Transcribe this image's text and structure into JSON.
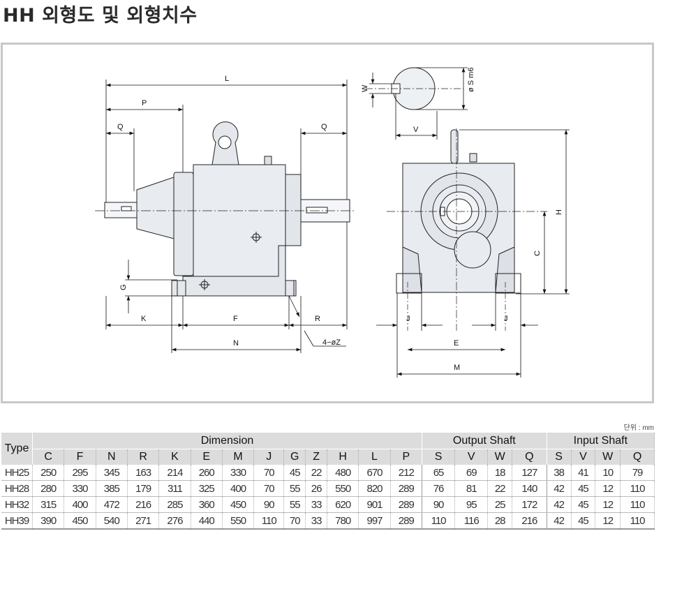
{
  "title": "HH 외형도 및 외형치수",
  "drawing": {
    "labels": {
      "L": "L",
      "P": "P",
      "Q_left": "Q",
      "Q_right": "Q",
      "G": "G",
      "K": "K",
      "F": "F",
      "R": "R",
      "N": "N",
      "Z": "4−øZ",
      "W": "W",
      "S": "ø S m6",
      "V": "V",
      "H": "H",
      "C": "C",
      "J_left": "J",
      "J_right": "J",
      "E": "E",
      "M": "M"
    }
  },
  "unit": "단위 : mm",
  "table": {
    "type_header": "Type",
    "groups": [
      {
        "label": "Dimension",
        "span": 13
      },
      {
        "label": "Output Shaft",
        "span": 4
      },
      {
        "label": "Input Shaft",
        "span": 4
      }
    ],
    "columns": [
      "C",
      "F",
      "N",
      "R",
      "K",
      "E",
      "M",
      "J",
      "G",
      "Z",
      "H",
      "L",
      "P",
      "S",
      "V",
      "W",
      "Q",
      "S",
      "V",
      "W",
      "Q"
    ],
    "rows": [
      {
        "type": "HH25",
        "values": [
          "250",
          "295",
          "345",
          "163",
          "214",
          "260",
          "330",
          "70",
          "45",
          "22",
          "480",
          "670",
          "212",
          "65",
          "69",
          "18",
          "127",
          "38",
          "41",
          "10",
          "79"
        ]
      },
      {
        "type": "HH28",
        "values": [
          "280",
          "330",
          "385",
          "179",
          "311",
          "325",
          "400",
          "70",
          "55",
          "26",
          "550",
          "820",
          "289",
          "76",
          "81",
          "22",
          "140",
          "42",
          "45",
          "12",
          "110"
        ]
      },
      {
        "type": "HH32",
        "values": [
          "315",
          "400",
          "472",
          "216",
          "285",
          "360",
          "450",
          "90",
          "55",
          "33",
          "620",
          "901",
          "289",
          "90",
          "95",
          "25",
          "172",
          "42",
          "45",
          "12",
          "110"
        ]
      },
      {
        "type": "HH39",
        "values": [
          "390",
          "450",
          "540",
          "271",
          "276",
          "440",
          "550",
          "110",
          "70",
          "33",
          "780",
          "997",
          "289",
          "110",
          "116",
          "28",
          "216",
          "42",
          "45",
          "12",
          "110"
        ]
      }
    ]
  }
}
